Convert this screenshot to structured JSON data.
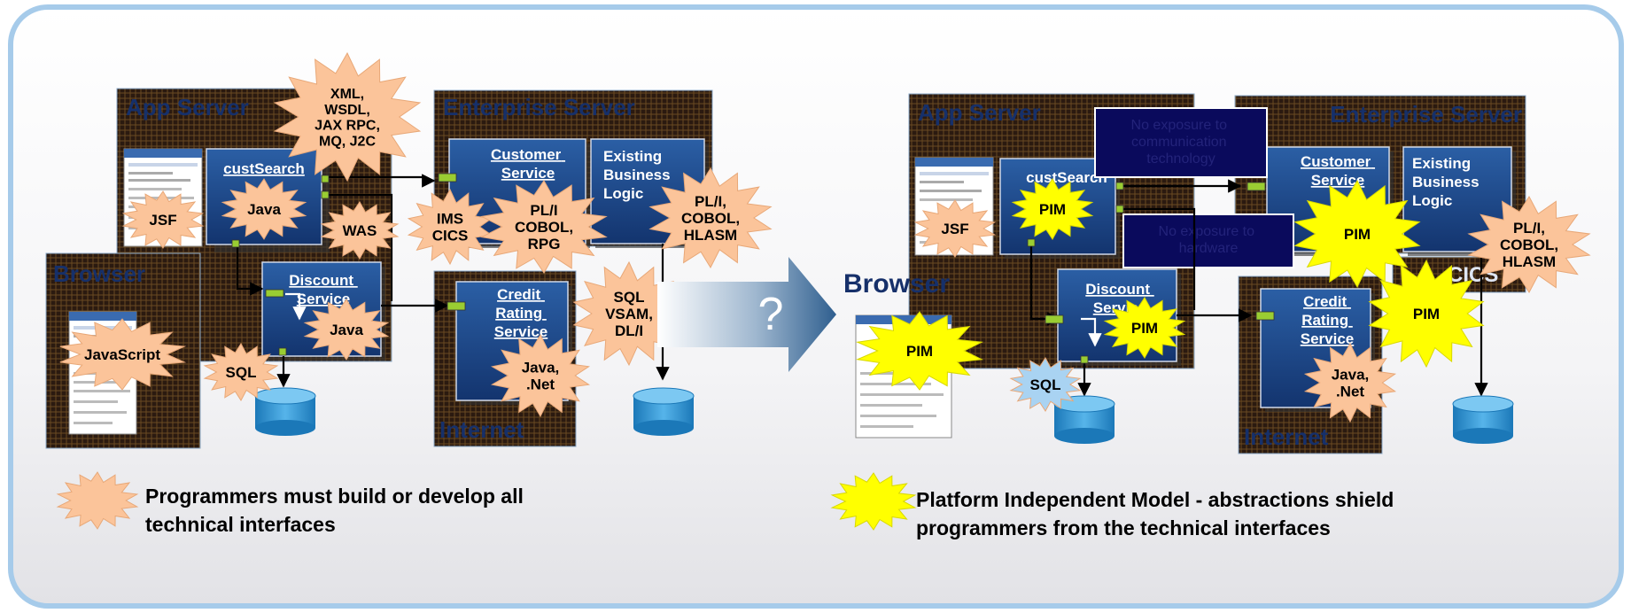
{
  "left": {
    "app_server": "App Server",
    "enterprise_server": "Enterprise Server",
    "browser": "Browser",
    "internet": "Internet",
    "cust_search": "custSearch",
    "customer_service": [
      "Customer",
      "Service"
    ],
    "existing_logic": [
      "Existing",
      "Business",
      "Logic"
    ],
    "discount_service": [
      "Discount",
      "Service"
    ],
    "credit_rating": [
      "Credit",
      "Rating",
      "Service"
    ],
    "bursts": {
      "xml": [
        "XML,",
        "WSDL,",
        "JAX RPC,",
        "MQ, J2C"
      ],
      "jsf": [
        "JSF"
      ],
      "java_cust": [
        "Java"
      ],
      "was": [
        "WAS"
      ],
      "ims": [
        "IMS",
        "CICS"
      ],
      "pli": [
        "PL/I",
        "COBOL,",
        "RPG"
      ],
      "pli_cobol": [
        "PL/I,",
        "COBOL,",
        "HLASM"
      ],
      "sql_vsam": [
        "SQL",
        "VSAM,",
        "DL/I"
      ],
      "java_disc": [
        "Java"
      ],
      "javascript": [
        "JavaScript"
      ],
      "sql": [
        "SQL"
      ],
      "java_net": [
        "Java,",
        ".Net"
      ]
    },
    "legend": [
      "Programmers must build or develop all",
      "technical interfaces"
    ]
  },
  "arrow_label": "?",
  "right": {
    "app_server": "App Server",
    "enterprise_server": "Enterprise Server",
    "browser": "Browser",
    "internet": "Internet",
    "cics": "CICS",
    "cust_search": "custSearch",
    "customer_service": [
      "Customer",
      "Service"
    ],
    "existing_logic": [
      "Existing",
      "Business",
      "Logic"
    ],
    "discount_service": [
      "Discount",
      "Service"
    ],
    "credit_rating": [
      "Credit",
      "Rating",
      "Service"
    ],
    "note_1": [
      "No exposure to",
      "communication",
      "technology"
    ],
    "note_2": [
      "No exposure to",
      "hardware"
    ],
    "bursts": {
      "jsf": [
        "JSF"
      ],
      "pim_cust": [
        "PIM"
      ],
      "pim_browser": [
        "PIM"
      ],
      "pim_disc": [
        "PIM"
      ],
      "pim_customer": [
        "PIM"
      ],
      "pim_credit": [
        "PIM"
      ],
      "pli_cobol": [
        "PL/I,",
        "COBOL,",
        "HLASM"
      ],
      "sql": [
        "SQL"
      ],
      "java_net": [
        "Java,",
        ".Net"
      ]
    },
    "legend": [
      "Platform Independent Model - abstractions shield",
      "programmers from the technical interfaces"
    ]
  },
  "colors": {
    "orange_burst": "#FBC49A",
    "yellow_burst": "#FFFF00",
    "blue_burst": "#A9D3F2",
    "service_box": "#1E4A8C",
    "note_box": "#0A0A5C",
    "server_bg": "#2A1A10",
    "frame": "#A6CBEA"
  }
}
